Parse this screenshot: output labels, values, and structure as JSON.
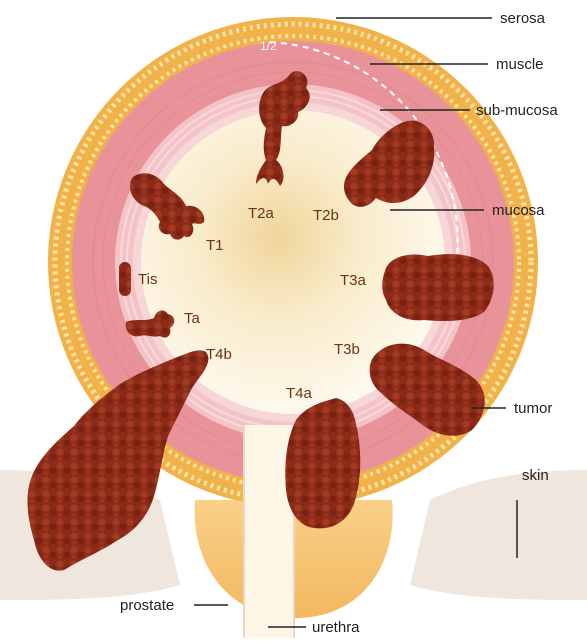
{
  "labels": {
    "serosa": "serosa",
    "muscle": "muscle",
    "submucosa": "sub-mucosa",
    "mucosa": "mucosa",
    "tumor": "tumor",
    "skin": "skin",
    "prostate": "prostate",
    "urethra": "urethra"
  },
  "stages": {
    "T1": "T1",
    "T2a": "T2a",
    "T2b": "T2b",
    "Tis": "Tis",
    "Ta": "Ta",
    "T3a": "T3a",
    "T3b": "T3b",
    "T4a": "T4a",
    "T4b": "T4b"
  },
  "half_marker": "1/2",
  "colors": {
    "serosa": "#f2b24a",
    "muscle": "#e8939a",
    "submucosa": "#f3c3c8",
    "mucosa_lumen": "#fbf3dc",
    "tumor": "#8e2c1a",
    "prostate": "#f6c777",
    "skin": "#eee6dd"
  }
}
